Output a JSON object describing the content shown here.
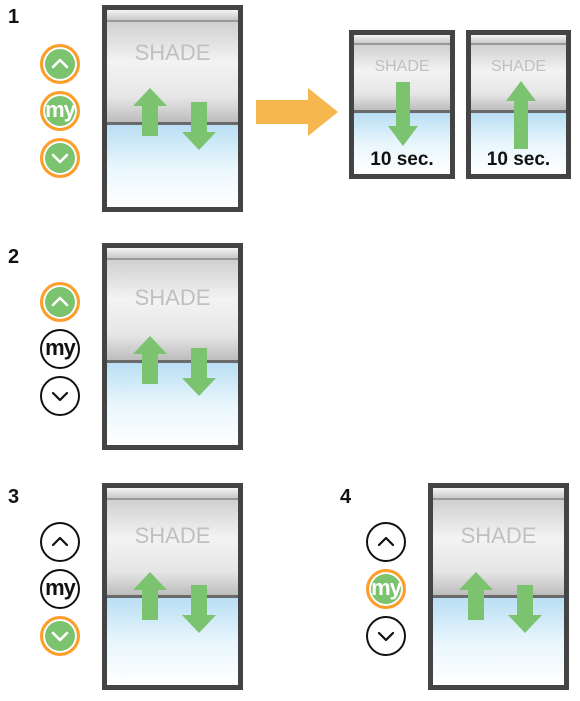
{
  "colors": {
    "active_button": "#7cc36f",
    "active_ring": "#ff9d2b",
    "arrow_green": "#7cc36f",
    "big_arrow": "#f5b64e",
    "frame": "#444444",
    "glass": "#b9def4"
  },
  "shade_label": "SHADE",
  "steps": [
    {
      "number": "1",
      "active": [
        "up",
        "my",
        "down"
      ]
    },
    {
      "number": "2",
      "active": [
        "up"
      ]
    },
    {
      "number": "3",
      "active": [
        "down"
      ]
    },
    {
      "number": "4",
      "active": [
        "my"
      ]
    }
  ],
  "buttons": {
    "my_label": "my",
    "up_icon": "chevron-up-icon",
    "down_icon": "chevron-down-icon"
  },
  "results": [
    {
      "label": "10 sec.",
      "direction": "down"
    },
    {
      "label": "10 sec.",
      "direction": "up"
    }
  ]
}
